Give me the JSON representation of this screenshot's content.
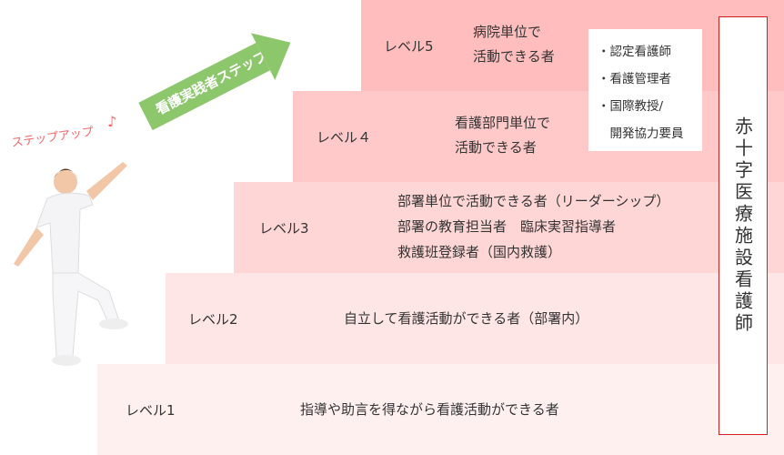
{
  "arrow_label": "看護実践者ステップ",
  "step_up": "ステップアップ",
  "note_icon": "music-note-icon",
  "levels": [
    {
      "label": "レベル5",
      "lines": [
        "病院単位で",
        "活動できる者"
      ]
    },
    {
      "label": "レベル４",
      "lines": [
        "看護部門単位で",
        "活動できる者"
      ]
    },
    {
      "label": "レベル3",
      "lines": [
        "部署単位で活動できる者（リーダーシップ）",
        "部署の教育担当者　臨床実習指導者",
        "救護班登録者（国内救護）"
      ]
    },
    {
      "label": "レベル2",
      "lines": [
        "自立して看護活動ができる者（部署内）"
      ]
    },
    {
      "label": "レベル1",
      "lines": [
        "指導や助言を得ながら看護活動ができる者"
      ]
    }
  ],
  "roles": [
    "・認定看護師",
    "・看護管理者",
    "・国際教授/",
    "　開発協力要員"
  ],
  "vertical_title": "赤十字医療施設看護師"
}
